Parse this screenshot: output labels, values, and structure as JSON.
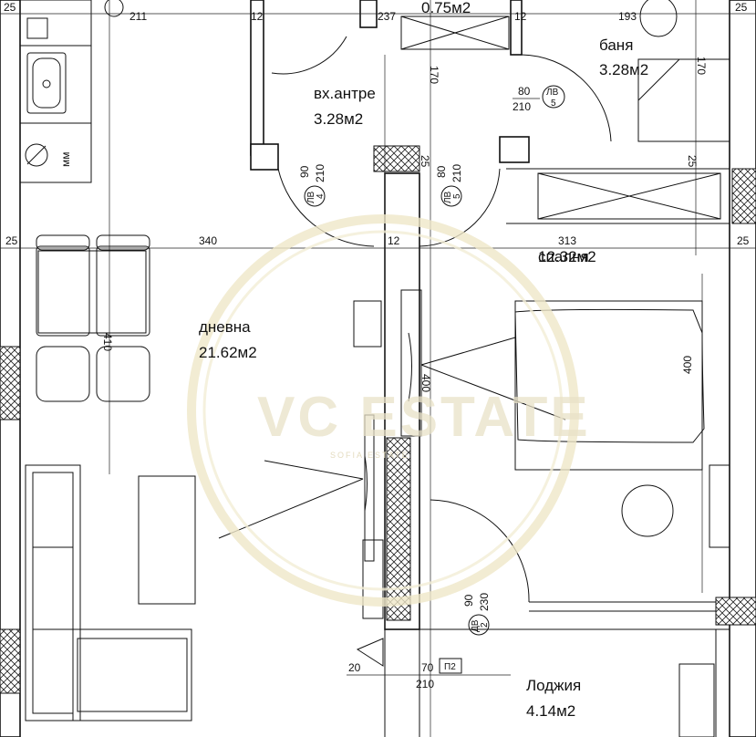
{
  "rooms": {
    "top_area": "0.75м2",
    "bath_name": "баня",
    "bath_area": "3.28м2",
    "entry_name": "вх.антре",
    "entry_area": "3.28м2",
    "bedroom_name": "спалня",
    "bedroom_area": "12.32м2",
    "living_name": "дневна",
    "living_area": "21.62м2",
    "loggia_name": "Лоджия",
    "loggia_area": "4.14м2"
  },
  "dimensions": {
    "d25_a": "25",
    "d211": "211",
    "d12_a": "12",
    "d237": "237",
    "d12_b": "12",
    "d193": "193",
    "d25_b": "25",
    "d170_a": "170",
    "d170_b": "170",
    "d25_c": "25",
    "d340": "340",
    "d12_c": "12",
    "d313": "313",
    "d25_d": "25",
    "d25_e": "25",
    "d25_f": "25",
    "d410": "410",
    "d400_a": "400",
    "d400_b": "400",
    "d20": "20",
    "d70": "70",
    "d210_p": "210"
  },
  "doors": {
    "top_w": "80",
    "top_h": "210",
    "top_code": "ЛВ",
    "top_num": "5",
    "entry_w": "90",
    "entry_h": "210",
    "entry_code": "ЛВ",
    "entry_num": "4",
    "mid_w": "80",
    "mid_h": "210",
    "mid_code": "ЛВ",
    "mid_num": "5",
    "bed_w": "90",
    "bed_h": "230",
    "bed_code": "ДВ",
    "bed_num": "2",
    "loggia_code": "П2"
  },
  "appliance": {
    "fridge_label": "мм"
  },
  "watermark": {
    "brand": "VC ESTATE",
    "sub": "SOFIA ESTATE"
  }
}
